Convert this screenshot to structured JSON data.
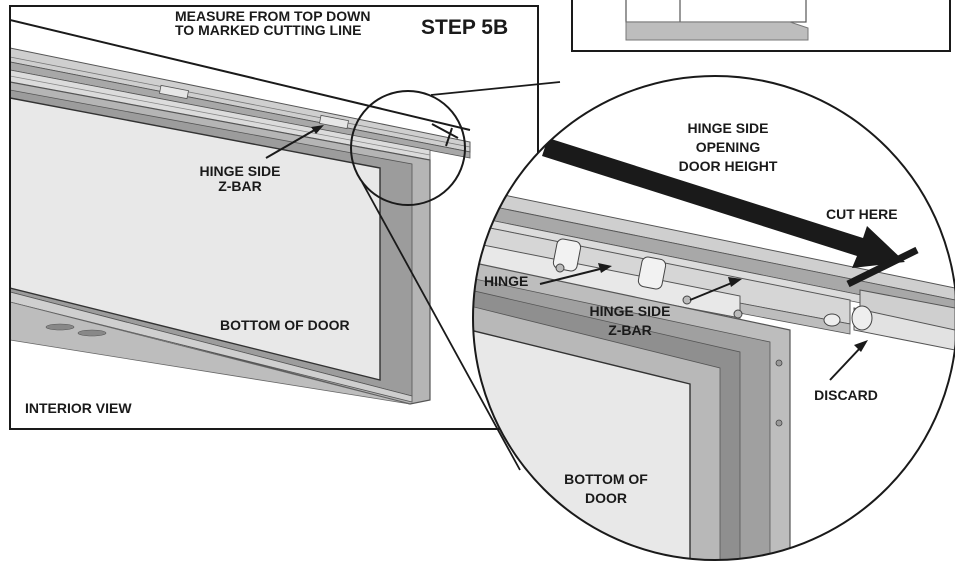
{
  "header": {
    "instruction_line1": "MEASURE FROM TOP DOWN",
    "instruction_line2": "TO MARKED CUTTING LINE",
    "step_title": "STEP 5B"
  },
  "left_panel": {
    "hinge_side_line1": "HINGE SIDE",
    "hinge_side_line2": "Z-BAR",
    "bottom_of_door": "BOTTOM OF DOOR",
    "view_label": "INTERIOR VIEW"
  },
  "detail_view": {
    "opening_line1": "HINGE SIDE",
    "opening_line2": "OPENING",
    "opening_line3": "DOOR HEIGHT",
    "cut_here": "CUT HERE",
    "hinge": "HINGE",
    "zbar_line1": "HINGE SIDE",
    "zbar_line2": "Z-BAR",
    "discard": "DISCARD",
    "bottom_line1": "BOTTOM OF",
    "bottom_line2": "DOOR"
  },
  "colors": {
    "line": "#1a1a1a",
    "glass": "#e8e8e8",
    "frame": "#bdbdbd",
    "frame_dark": "#8a8a8a",
    "rail_light": "#d6d6d6"
  }
}
